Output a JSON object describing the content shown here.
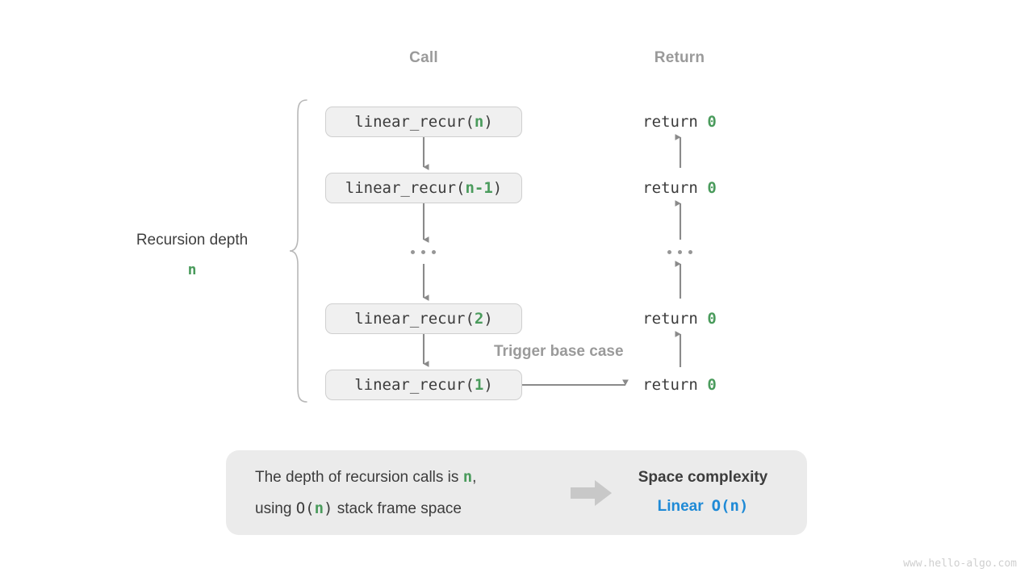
{
  "headers": {
    "call": "Call",
    "return": "Return"
  },
  "depth": {
    "title": "Recursion depth",
    "value": "n"
  },
  "call_stack": [
    {
      "name": "linear_recur(",
      "arg": "n",
      "close": ")"
    },
    {
      "name": "linear_recur(",
      "arg": "n-1",
      "close": ")"
    },
    {
      "ellipsis": "…"
    },
    {
      "name": "linear_recur(",
      "arg": "2",
      "close": ")"
    },
    {
      "name": "linear_recur(",
      "arg": "1",
      "close": ")"
    }
  ],
  "returns": [
    {
      "keyword": "return ",
      "value": "0"
    },
    {
      "keyword": "return ",
      "value": "0"
    },
    {
      "ellipsis": "…"
    },
    {
      "keyword": "return ",
      "value": "0"
    },
    {
      "keyword": "return ",
      "value": "0"
    }
  ],
  "trigger_label": "Trigger base case",
  "summary": {
    "line1_prefix": "The depth of recursion calls is ",
    "line1_var": "n",
    "line1_suffix": ",",
    "line2_prefix": "using ",
    "line2_notation_open": "O(",
    "line2_var": "n",
    "line2_notation_close": ")",
    "line2_suffix": " stack frame space",
    "result_title": "Space complexity",
    "result_word": "Linear",
    "result_notation": "O(n)"
  },
  "watermark": "www.hello-algo.com",
  "colors": {
    "green": "#4a9b5c",
    "blue": "#1f8ad6",
    "gray_text": "#9a9a9a",
    "box_fill": "#f0f0f0",
    "box_border": "#cfcfcf",
    "panel_fill": "#ebebeb",
    "arrow": "#8a8a8a",
    "block_arrow": "#c8c8c8"
  }
}
